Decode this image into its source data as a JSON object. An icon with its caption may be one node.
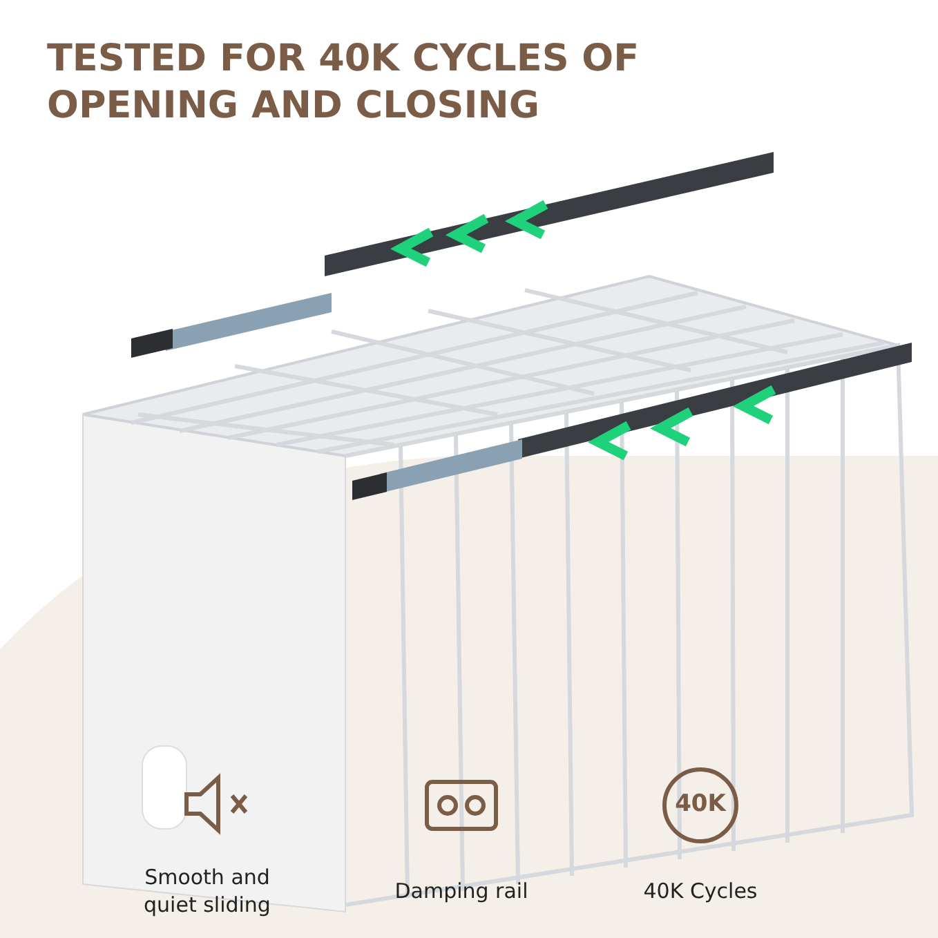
{
  "diagram": {
    "title": "TESTED FOR 40K CYCLES OF OPENING AND CLOSING",
    "labels": [
      "Smooth and quiet sliding",
      "Damping rail",
      "40K",
      "40K Cycles"
    ]
  }
}
